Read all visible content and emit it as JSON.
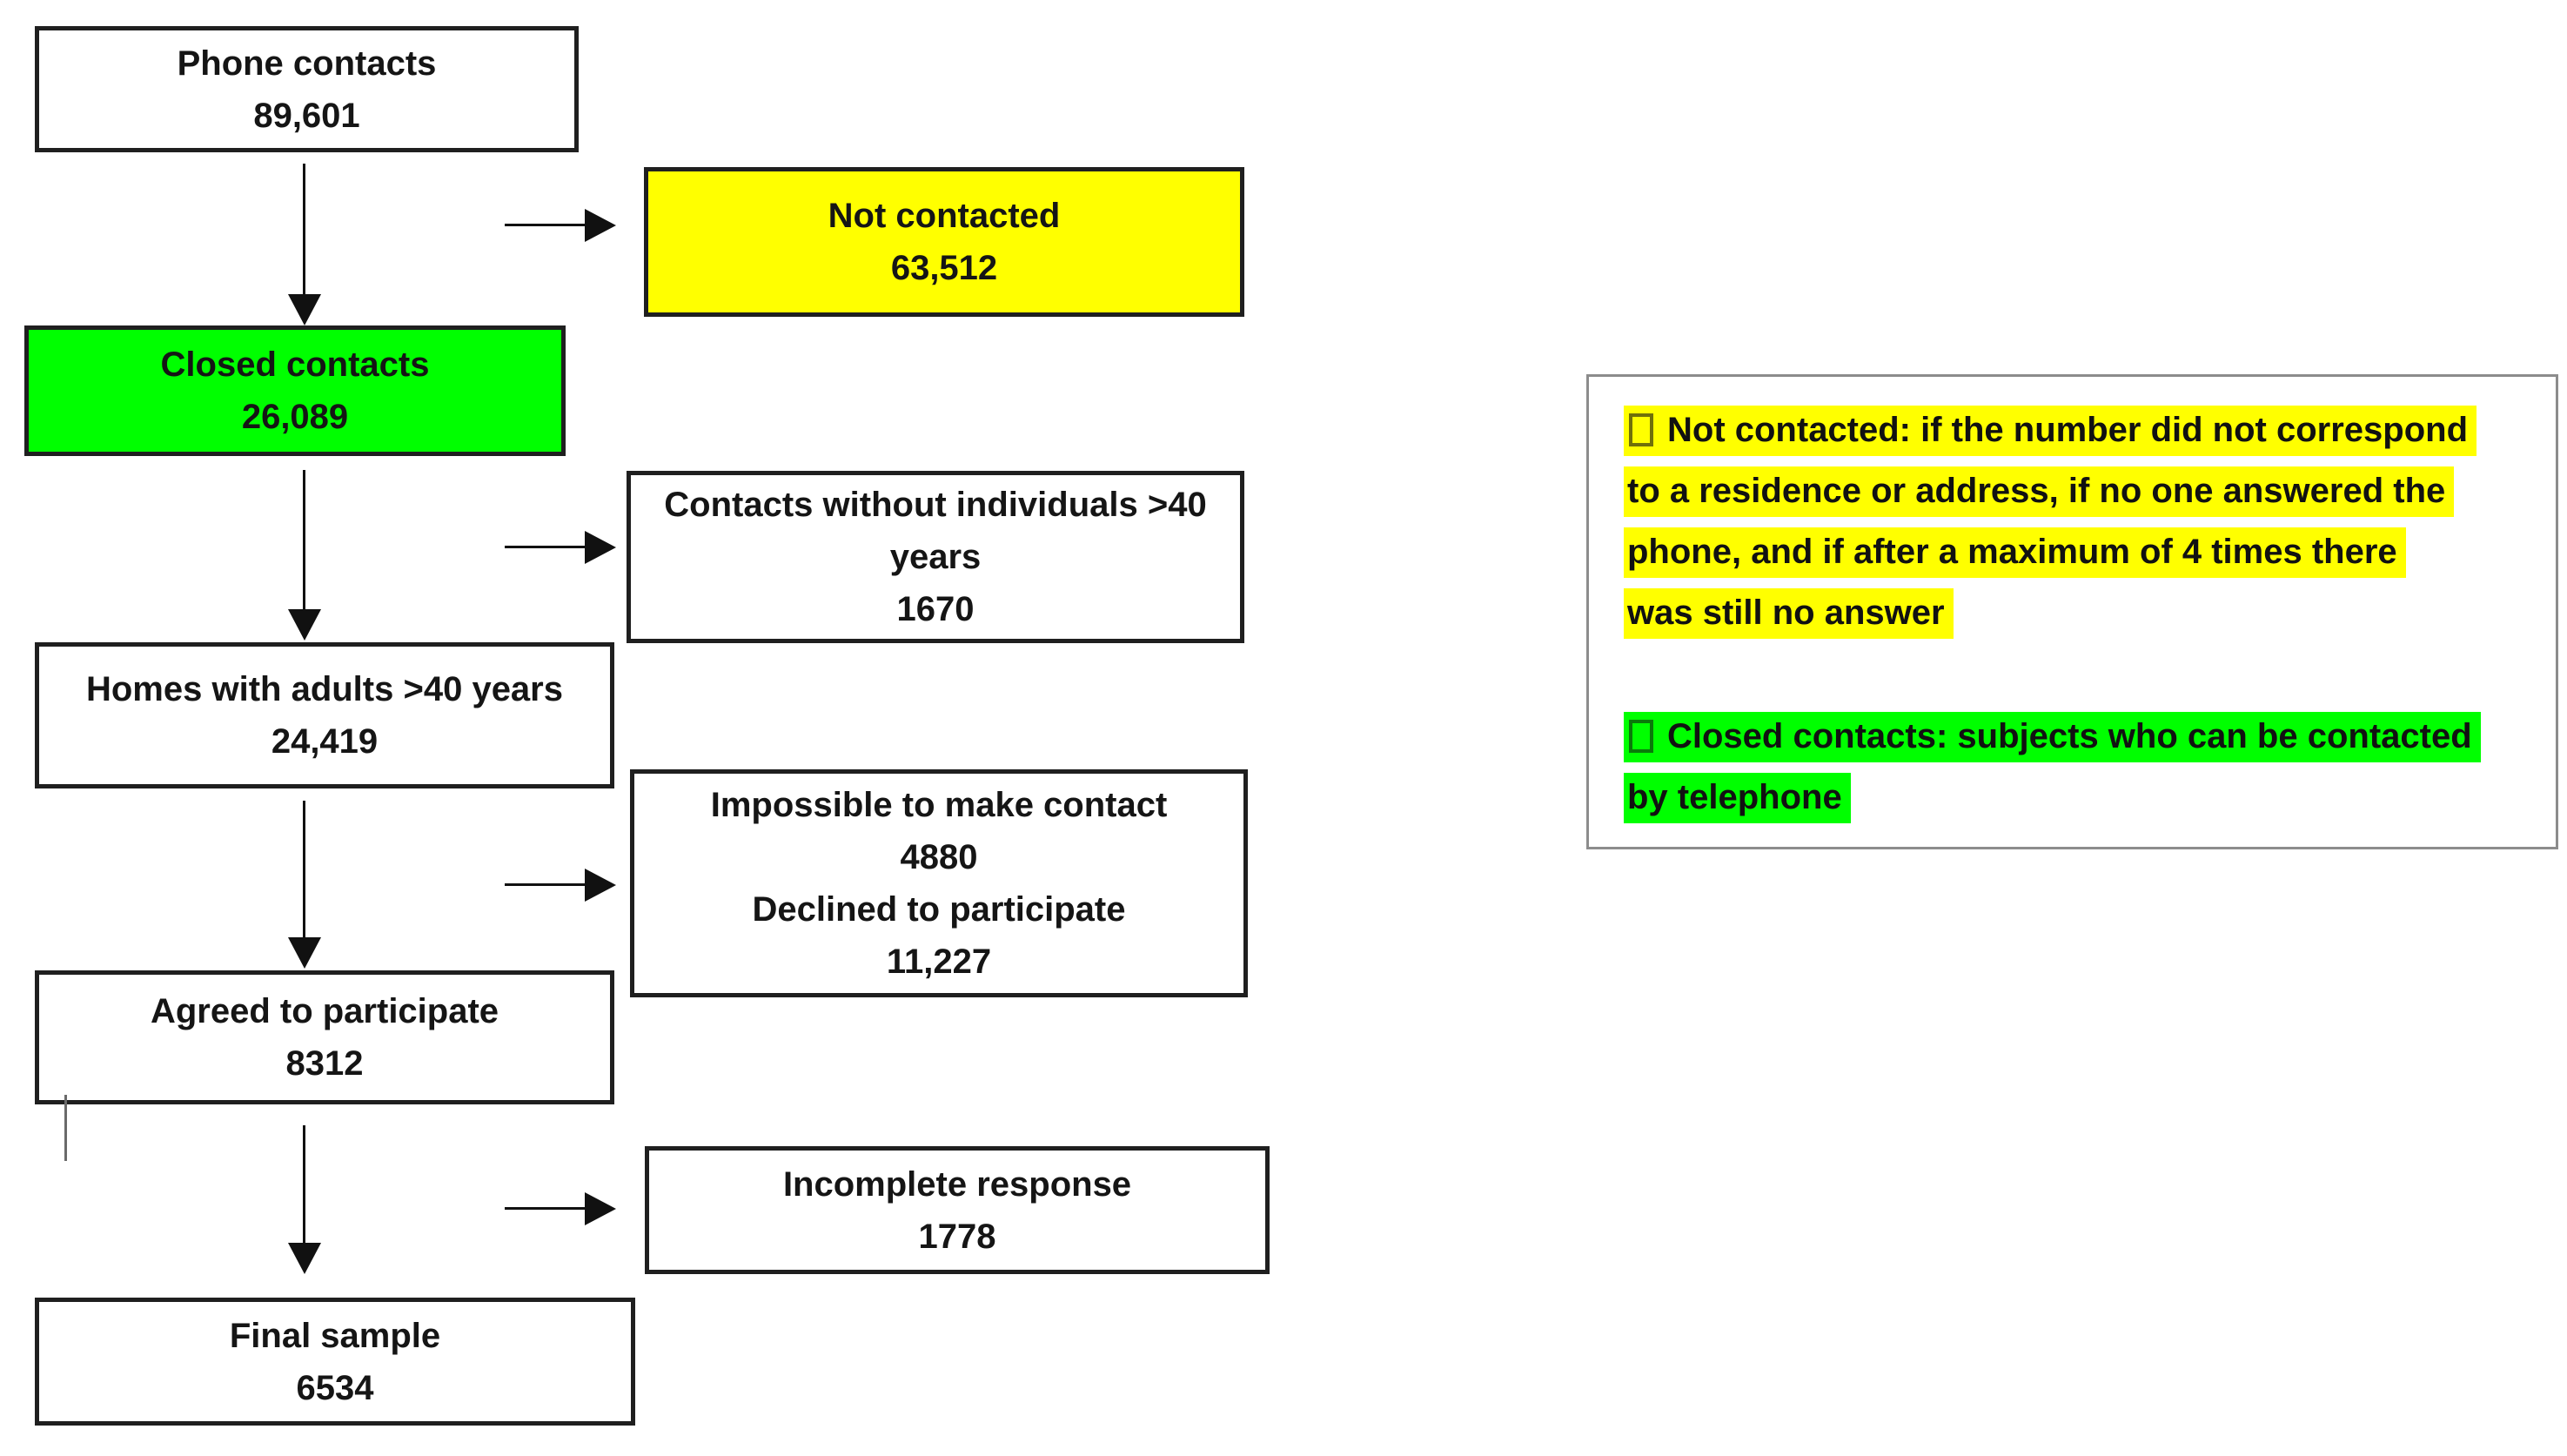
{
  "colors": {
    "highlight_yellow": "#FFFF00",
    "highlight_green": "#00FF00",
    "box_border": "#1f1f1f",
    "legend_border": "#8c8c8c"
  },
  "flowchart": {
    "main_path": [
      {
        "id": "phone_contacts",
        "label": "Phone contacts",
        "value": "89,601",
        "fill": "white"
      },
      {
        "id": "closed_contacts",
        "label": "Closed contacts",
        "value": "26,089",
        "fill": "green"
      },
      {
        "id": "homes_with_adults",
        "label": "Homes with adults >40 years",
        "value": "24,419",
        "fill": "white"
      },
      {
        "id": "agreed_to_participate",
        "label": "Agreed to participate",
        "value": "8312",
        "fill": "white"
      },
      {
        "id": "final_sample",
        "label": "Final sample",
        "value": "6534",
        "fill": "white"
      }
    ],
    "side_branches": [
      {
        "id": "not_contacted",
        "label": "Not contacted",
        "value": "63,512",
        "fill": "yellow"
      },
      {
        "id": "contacts_without_individuals",
        "label": "Contacts without individuals >40 years",
        "value": "1670",
        "fill": "white"
      },
      {
        "id": "impossible_to_make_contact",
        "label": "Impossible to make contact",
        "value": "4880",
        "label2": "Declined to participate",
        "value2": "11,227",
        "fill": "white"
      },
      {
        "id": "incomplete_response",
        "label": "Incomplete response",
        "value": "1778",
        "fill": "white"
      }
    ]
  },
  "legend": {
    "bullet_char": "□",
    "not_contacted": {
      "highlight": "#FFFF00",
      "lines": [
        "Not contacted: if the number did not correspond",
        "to a residence or address, if no one answered the",
        "phone, and if after a maximum of 4 times there",
        "was still no answer"
      ]
    },
    "closed_contacts": {
      "highlight": "#00FF00",
      "lines": [
        "Closed contacts: subjects who can be contacted",
        "by telephone"
      ]
    }
  }
}
